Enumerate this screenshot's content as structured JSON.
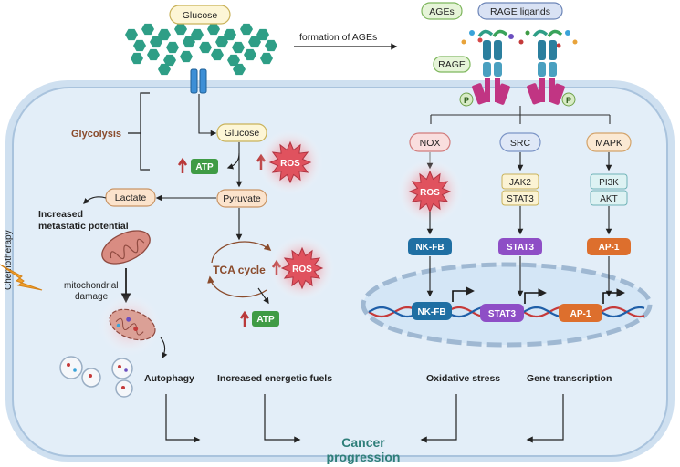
{
  "labels": {
    "glucose_top": "Glucose",
    "formation_ages": "formation of AGEs",
    "ages": "AGEs",
    "rage_ligands": "RAGE ligands",
    "rage": "RAGE",
    "p": "P",
    "glycolysis": "Glycolysis",
    "glucose_inner": "Glucose",
    "atp": "ATP",
    "ros": "ROS",
    "lactate": "Lactate",
    "pyruvate": "Pyruvate",
    "increased_metastatic_line1": "Increased",
    "increased_metastatic_line2": "metastatic potential",
    "chemotherapy": "Chemotherapy",
    "mito_damage_line1": "mitochondrial",
    "mito_damage_line2": "damage",
    "tca_cycle": "TCA cycle",
    "nox": "NOX",
    "src": "SRC",
    "mapk": "MAPK",
    "jak2": "JAK2",
    "stat3": "STAT3",
    "pi3k": "PI3K",
    "akt": "AKT",
    "nkfb": "NK-FB",
    "ap1": "AP-1",
    "autophagy": "Autophagy",
    "increased_fuels": "Increased energetic fuels",
    "oxidative_stress": "Oxidative stress",
    "gene_transcription": "Gene transcription",
    "cancer_line1": "Cancer",
    "cancer_line2": "progression"
  },
  "colors": {
    "cell_fill": "#e3eef8",
    "cell_border": "#a9c3dd",
    "nucleus_fill": "#d4e6f6",
    "glucose_hex": "#2e9e86",
    "ros_red": "#e0525e",
    "atp_green": "#3f9b45",
    "nkfb_blue": "#1f6fa3",
    "stat3_purple": "#8e4ec6",
    "ap1_orange": "#dd6f2d",
    "glycolysis_brown": "#8a4b2c",
    "cancer_teal": "#2f7f7a",
    "receptor_pink": "#c13583",
    "receptor_teal": "#2b7f9e"
  }
}
